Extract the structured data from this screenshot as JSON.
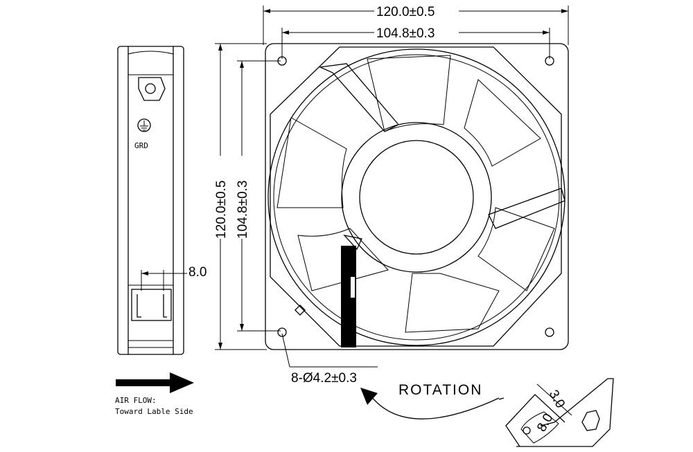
{
  "dimensions": {
    "overall_width": "120.0±0.5",
    "hole_spacing_width": "104.8±0.3",
    "overall_height": "120.0±0.5",
    "hole_spacing_height": "104.8±0.3",
    "terminal_width": "8.0",
    "mounting_holes": "8-Ø4.2±0.3",
    "terminal_detail_a": "3.0",
    "terminal_detail_b": "8.0"
  },
  "labels": {
    "ground": "GRD",
    "rotation": "ROTATION",
    "airflow_line1": "AIR FLOW:",
    "airflow_line2": "Toward Lable Side"
  }
}
